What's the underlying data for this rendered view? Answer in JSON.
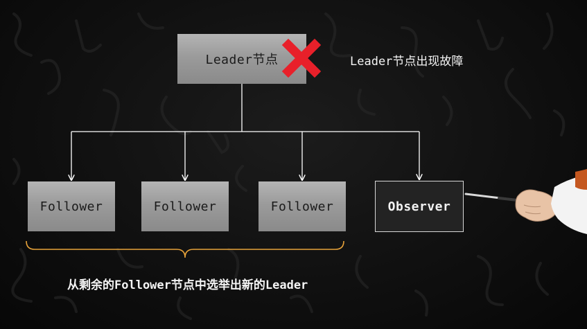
{
  "nodes": {
    "leader": "Leader节点",
    "followers": [
      "Follower",
      "Follower",
      "Follower"
    ],
    "observer": "Observer"
  },
  "annotations": {
    "leader_failure": "Leader节点出现故障",
    "election": "从剩余的Follower节点中选举出新的Leader"
  },
  "icons": {
    "failure_mark": "x-cross-icon",
    "pointer": "hand-with-pen-pointer"
  },
  "colors": {
    "background": "#101010",
    "box_grey": "#9b9b9b",
    "observer_fill": "#232323",
    "cross_red": "#e8202a",
    "brace_orange": "#e8a33a",
    "arrow_white": "#ffffff"
  }
}
